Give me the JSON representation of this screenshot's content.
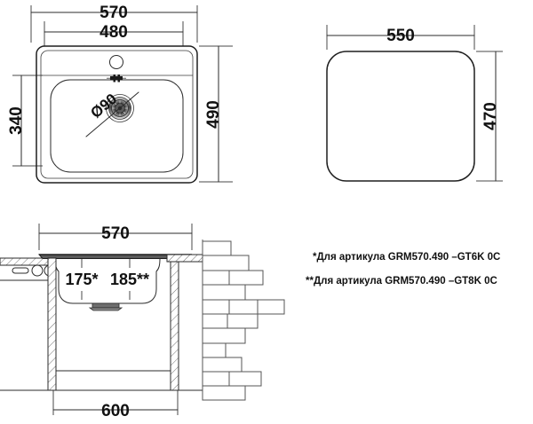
{
  "document": {
    "type": "technical-drawing",
    "subject": "kitchen-sink-installation-dimensions",
    "background_color": "#ffffff",
    "line_color": "#2b2b2b"
  },
  "views": {
    "top_view": {
      "name": "sink-top-view",
      "dimensions": {
        "overall_width": "570",
        "bowl_width": "480",
        "bowl_height": "340",
        "overall_height": "490",
        "drain_diameter": "Ø90"
      }
    },
    "cutout_view": {
      "name": "cutout-template-view",
      "dimensions": {
        "width": "550",
        "height": "470"
      }
    },
    "section_view": {
      "name": "sink-section-view",
      "dimensions": {
        "sink_width": "570",
        "cabinet_width": "600",
        "bowl_depth_a": "175*",
        "bowl_depth_b": "185**"
      }
    }
  },
  "notes": [
    {
      "marker": "*",
      "text": "*Для артикула GRM570.490 –GT6K 0C"
    },
    {
      "marker": "**",
      "text": "**Для артикула GRM570.490 –GT8K 0C"
    }
  ]
}
